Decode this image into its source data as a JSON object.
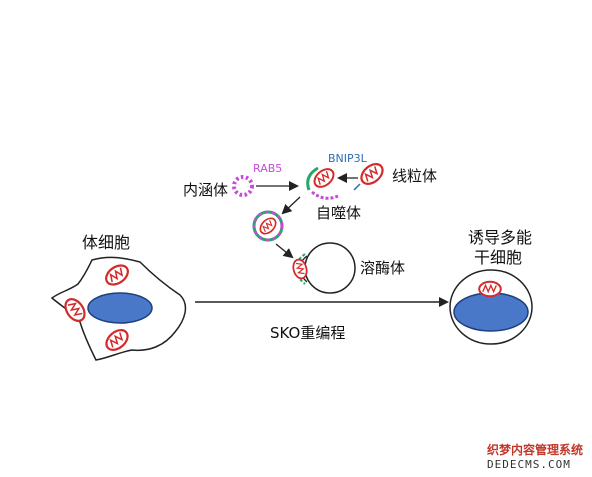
{
  "labels": {
    "somatic_cell": "体细胞",
    "ipsc_line1": "诱导多能",
    "ipsc_line2": "干细胞",
    "reprogramming": "SKO重编程",
    "endosome": "内涵体",
    "rab5": "RAB5",
    "bnip3l": "BNIP3L",
    "mitochondrion": "线粒体",
    "autophagosome": "自噬体",
    "lysosome": "溶酶体"
  },
  "watermark": {
    "line1": "织梦内容管理系统",
    "line2": "DEDECMS.COM"
  },
  "colors": {
    "nucleus_blue": "#4a78c8",
    "mito_red": "#d42a2a",
    "rab5_purple": "#c64bd8",
    "bnip3l_blue": "#2f6db5",
    "membrane_green": "#25a86b",
    "arrow": "#222222"
  }
}
